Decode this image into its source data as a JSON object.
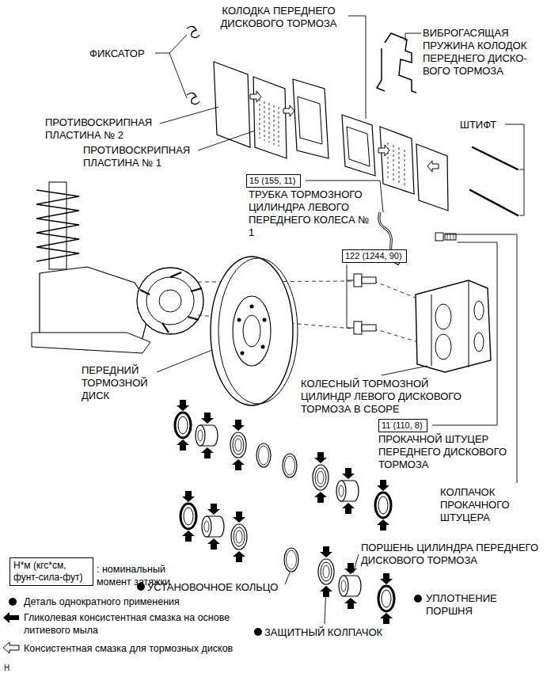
{
  "diagram": {
    "nodes": [
      {
        "text": [
          "15 (155, 11)"
        ]
      },
      {
        "text": [
          "122 (1244, 90)"
        ]
      },
      {
        "text": [
          "11 (110, 8)"
        ]
      },
      {
        "text": [
          "Н*м (кгс*см, фунт-сила-фут)"
        ]
      }
    ],
    "labels": [
      "КОЛОДКА ПЕРЕДНЕГО ДИСКОВОГО ТОРМОЗА",
      "ВИБРОГАСЯЩАЯ ПРУЖИНА КОЛОДОК ПЕРЕДНЕГО ДИСКО- ВОГО ТОРМОЗА",
      "ФИКСАТОР",
      "ШТИФТ",
      "ПРОТИВОСКРИПНАЯ ПЛАСТИНА № 2",
      "ПРОТИВОСКРИПНАЯ ПЛАСТИНА № 1",
      "ТРУБКА ТОРМОЗНОГО ЦИЛИНДРА ЛЕВОГО ПЕРЕДНЕГО КОЛЕСА № 1",
      "ПЕРЕДНИЙ ТОРМОЗНОЙ ДИСК",
      "КОЛЕСНЫЙ ТОРМОЗНОЙ ЦИЛИНДР ЛЕВОГО ДИСКОВОГО ТОРМОЗА В СБОРЕ",
      "ПРОКАЧНОЙ ШТУЦЕР ПЕРЕДНЕГО ДИСКОВОГО ТОРМОЗА",
      "КОЛПАЧОК ПРОКАЧНОГО ШТУЦЕРА",
      "ПОРШЕНЬ ЦИЛИНДРА ПЕРЕДНЕГО ДИСКОВОГО ТОРМОЗА",
      "УСТАНОВОЧНОЕ КОЛЬЦО",
      "УПЛОТНЕНИЕ ПОРШНЯ",
      "ЗАЩИТНЫЙ КОЛПАЧОК",
      "H"
    ],
    "legend": [
      {
        "text": ": номинальный момент затяжки"
      },
      {
        "text": "Деталь однократного применения"
      },
      {
        "text": "Гликолевая консистентная смазка на основе литиевого мыла"
      },
      {
        "text": "Консистентная смазка для тормозных дисков"
      }
    ]
  }
}
